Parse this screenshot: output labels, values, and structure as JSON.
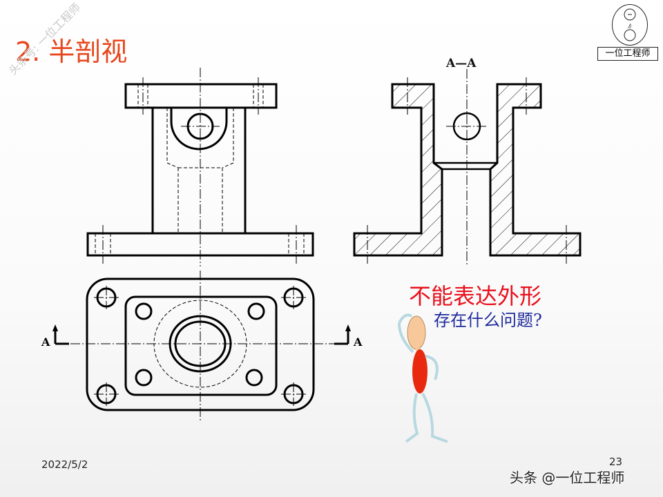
{
  "slide": {
    "title": "2. 半剖视",
    "watermark_diagonal": "头条号: 一位工程师",
    "logo_text": "一位工程师",
    "section_label": "A—A",
    "cut_label_left": "A",
    "cut_label_right": "A",
    "callout_main": "不能表达外形",
    "callout_sub": "存在什么问题?",
    "date": "2022/5/2",
    "page_number": "23",
    "watermark_bottom": "头条 @一位工程师"
  },
  "colors": {
    "title": "#e8461c",
    "callout_main": "#e8101c",
    "callout_sub": "#1e2a9a",
    "line": "#000000"
  }
}
